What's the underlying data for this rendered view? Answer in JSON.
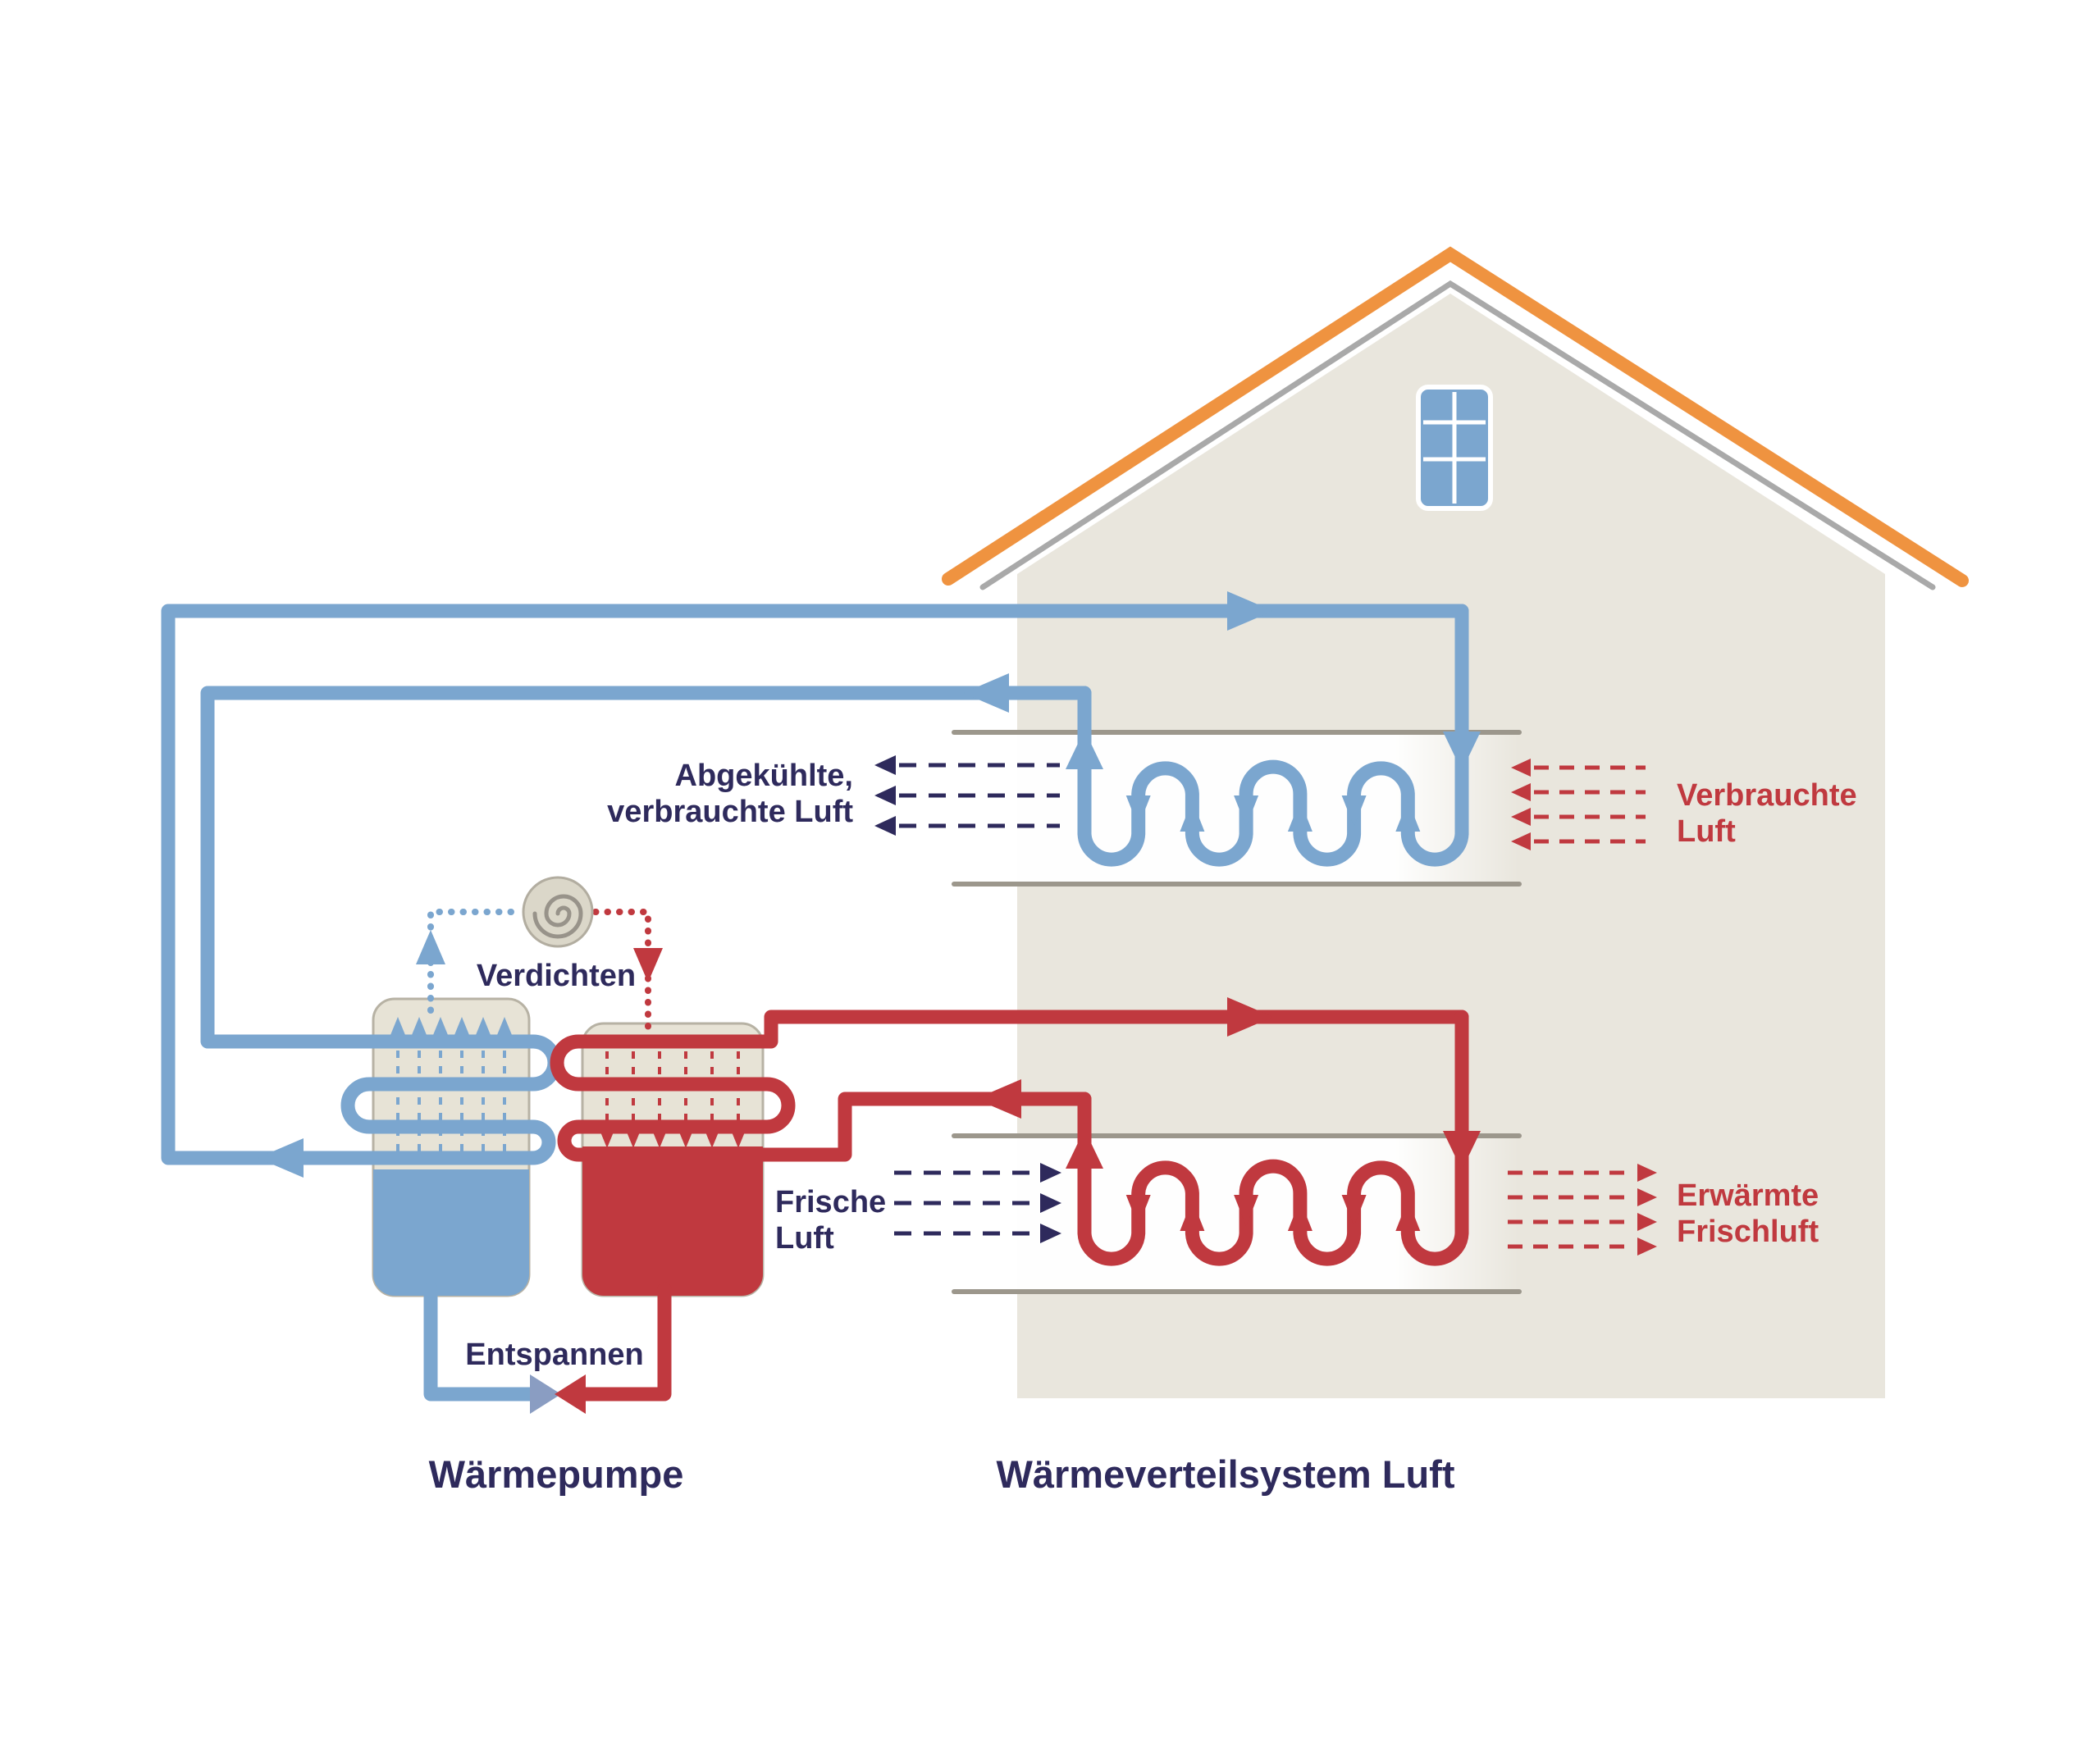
{
  "labels": {
    "cooled_air_line1": "Abgekühlte,",
    "cooled_air_line2": "verbrauchte Luft",
    "used_air_line1": "Verbrauchte",
    "used_air_line2": "Luft",
    "fresh_air_line1": "Frische",
    "fresh_air_line2": "Luft",
    "warmed_air_line1": "Erwärmte",
    "warmed_air_line2": "Frischluft",
    "compress": "Verdichten",
    "expand": "Entspannen",
    "heat_pump_title": "Wärmepumpe",
    "distribution_title": "Wärmeverteilsystem Luft"
  },
  "colors": {
    "cold": "#7ba6cf",
    "hot": "#c0393f",
    "navy": "#2e2a5c",
    "house": "#e9e6dd",
    "roof": "#ef9340"
  }
}
